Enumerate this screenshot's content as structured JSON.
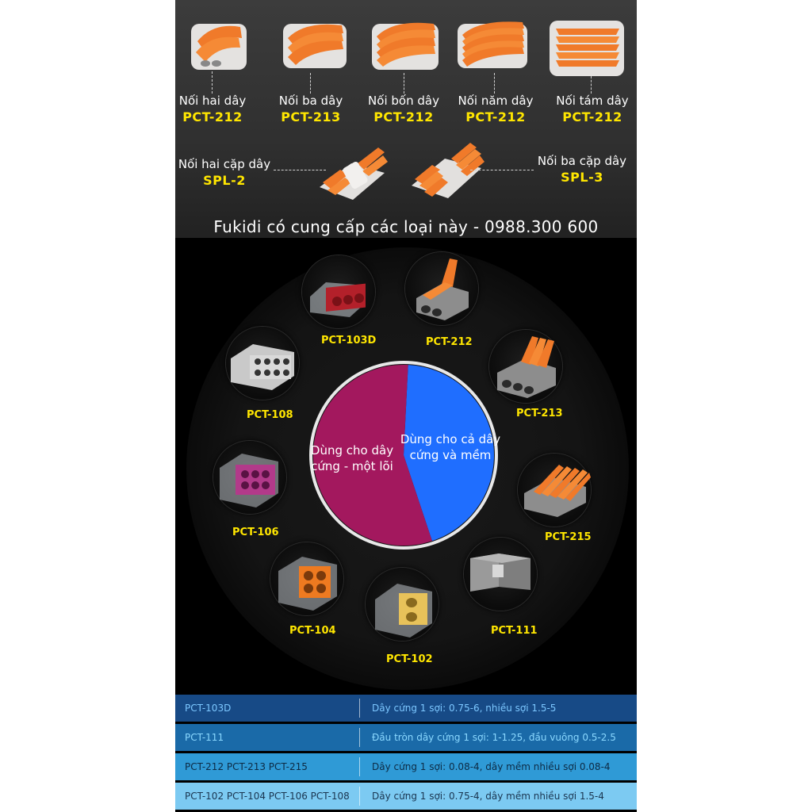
{
  "top_products": [
    {
      "label": "Nối hai dây",
      "code": "PCT-212"
    },
    {
      "label": "Nối ba dây",
      "code": "PCT-213"
    },
    {
      "label": "Nối bốn dây",
      "code": "PCT-212"
    },
    {
      "label": "Nối năm dây",
      "code": "PCT-212"
    },
    {
      "label": "Nối tám dây",
      "code": "PCT-212"
    }
  ],
  "pair_products": [
    {
      "label": "Nối hai cặp dây",
      "code": "SPL-2"
    },
    {
      "label": "Nối ba cặp dây",
      "code": "SPL-3"
    }
  ],
  "supplier_line": "Fukidi có cung cấp các loại này - 0988.300 600",
  "circle_items": [
    {
      "code": "PCT-103D"
    },
    {
      "code": "PCT-212"
    },
    {
      "code": "PCT-213"
    },
    {
      "code": "PCT-215"
    },
    {
      "code": "PCT-111"
    },
    {
      "code": "PCT-102"
    },
    {
      "code": "PCT-104"
    },
    {
      "code": "PCT-106"
    },
    {
      "code": "PCT-108"
    }
  ],
  "pie": {
    "solid": {
      "line1": "Dùng cho dây",
      "line2": "cứng - một lõi",
      "color": "#a3185e"
    },
    "both": {
      "line1": "Dùng cho cả dây",
      "line2": "cứng và mềm",
      "color": "#1f6eff"
    }
  },
  "spec_rows": [
    {
      "models": "PCT-103D",
      "spec": "Dây cứng 1 sợi: 0.75-6, nhiều sợi 1.5-5",
      "bg": "#174a86",
      "fg": "#7cc7ff"
    },
    {
      "models": "PCT-111",
      "spec": "Đầu tròn dây cứng 1 sợi: 1-1.25, đầu vuông 0.5-2.5",
      "bg": "#1a6aa8",
      "fg": "#8ad8ff"
    },
    {
      "models": "PCT-212 PCT-213 PCT-215",
      "spec": "Dây cứng 1 sợi: 0.08-4, dây mềm nhiều sợi 0.08-4",
      "bg": "#2f9ad6",
      "fg": "#0d2a44"
    },
    {
      "models": "PCT-102  PCT-104 PCT-106 PCT-108",
      "spec": "Dây cứng 1 sợi: 0.75-4, dây mềm nhiều sợi 1.5-4",
      "bg": "#7ccaf2",
      "fg": "#1a3550"
    }
  ]
}
